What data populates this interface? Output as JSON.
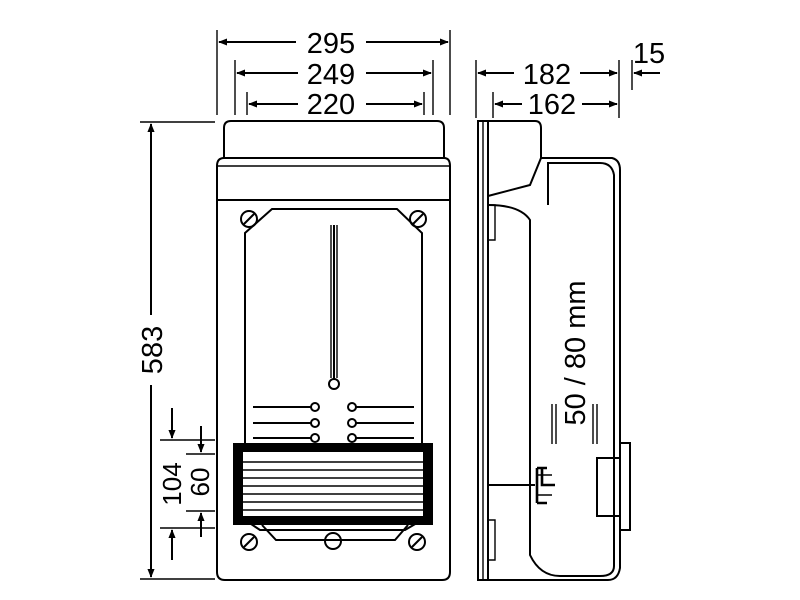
{
  "dimensions": {
    "width_outer": "295",
    "width_mid": "249",
    "width_inner": "220",
    "depth_total": "182",
    "depth_body": "162",
    "depth_lid": "15",
    "height_total": "583",
    "height_104": "104",
    "height_60": "60"
  },
  "side_label": "50 / 80 mm",
  "icons": {
    "arrowhead": "filled-triangle",
    "screw": "slotted-screw-icon"
  }
}
